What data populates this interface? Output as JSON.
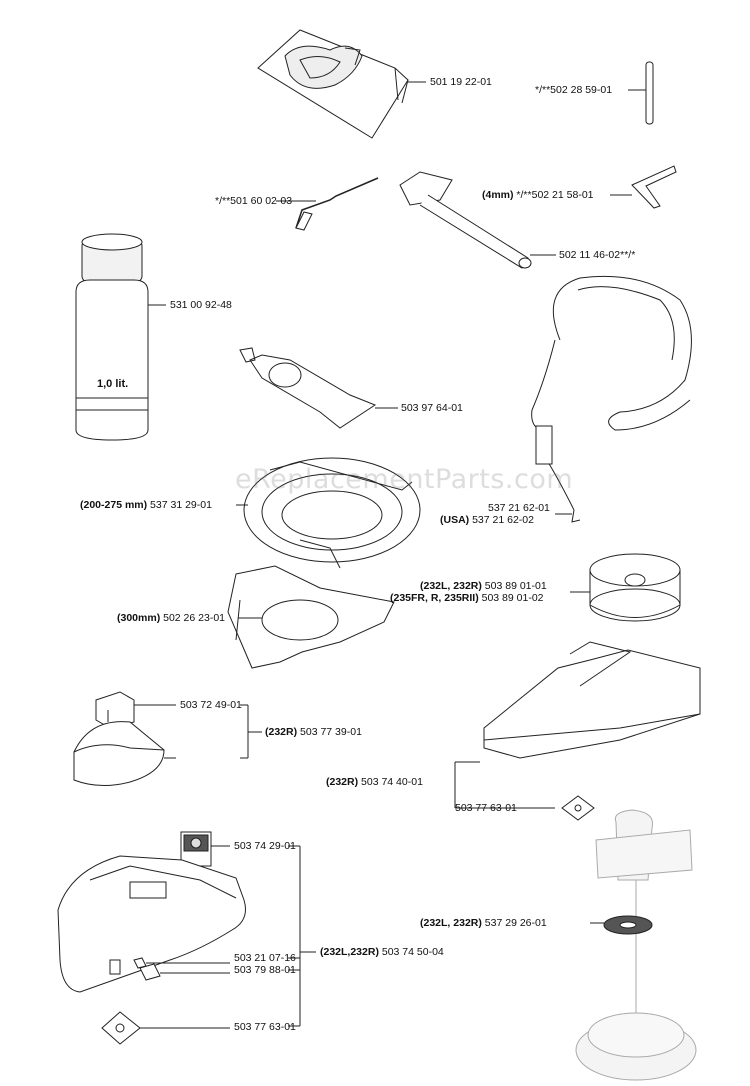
{
  "watermark": "eReplacementParts.com",
  "bottle_text": "1,0 lit.",
  "labels": {
    "p1": {
      "prefix": "",
      "pn": "501 19 22-01"
    },
    "p2": {
      "prefix": "",
      "pn": "*/**502 28 59-01"
    },
    "p3": {
      "prefix": "",
      "pn": "*/**501 60 02-03"
    },
    "p4": {
      "prefix": "(4mm)",
      "pn": " */**502 21 58-01"
    },
    "p5": {
      "prefix": "",
      "pn": "502 11 46-02**/*"
    },
    "p6": {
      "prefix": "",
      "pn": "531 00 92-48"
    },
    "p7": {
      "prefix": "",
      "pn": "503 97 64-01"
    },
    "p8": {
      "prefix": "(200-275 mm)",
      "pn": " 537 31 29-01"
    },
    "p9a": {
      "prefix": "",
      "pn": "537 21 62-01"
    },
    "p9b": {
      "prefix": "(USA)",
      "pn": " 537 21 62-02"
    },
    "p10a": {
      "prefix": "(232L, 232R)",
      "pn": " 503 89 01-01"
    },
    "p10b": {
      "prefix": "(235FR, R, 235RII)",
      "pn": " 503 89 01-02"
    },
    "p11": {
      "prefix": "(300mm)",
      "pn": " 502 26 23-01"
    },
    "p12": {
      "prefix": "",
      "pn": "503 72 49-01"
    },
    "p13": {
      "prefix": "(232R)",
      "pn": " 503 77 39-01"
    },
    "p14": {
      "prefix": "(232R)",
      "pn": " 503 74 40-01"
    },
    "p15": {
      "prefix": "",
      "pn": "503 77 63-01"
    },
    "p16": {
      "prefix": "",
      "pn": "503 74 29-01"
    },
    "p17": {
      "prefix": "(232L,232R)",
      "pn": " 503 74 50-04"
    },
    "p18": {
      "prefix": "(232L, 232R)",
      "pn": " 537 29 26-01"
    },
    "p19": {
      "prefix": "",
      "pn": "503 21 07-16"
    },
    "p20": {
      "prefix": "",
      "pn": "503 79 88-01"
    },
    "p21": {
      "prefix": "",
      "pn": "503 77 63-01"
    }
  }
}
